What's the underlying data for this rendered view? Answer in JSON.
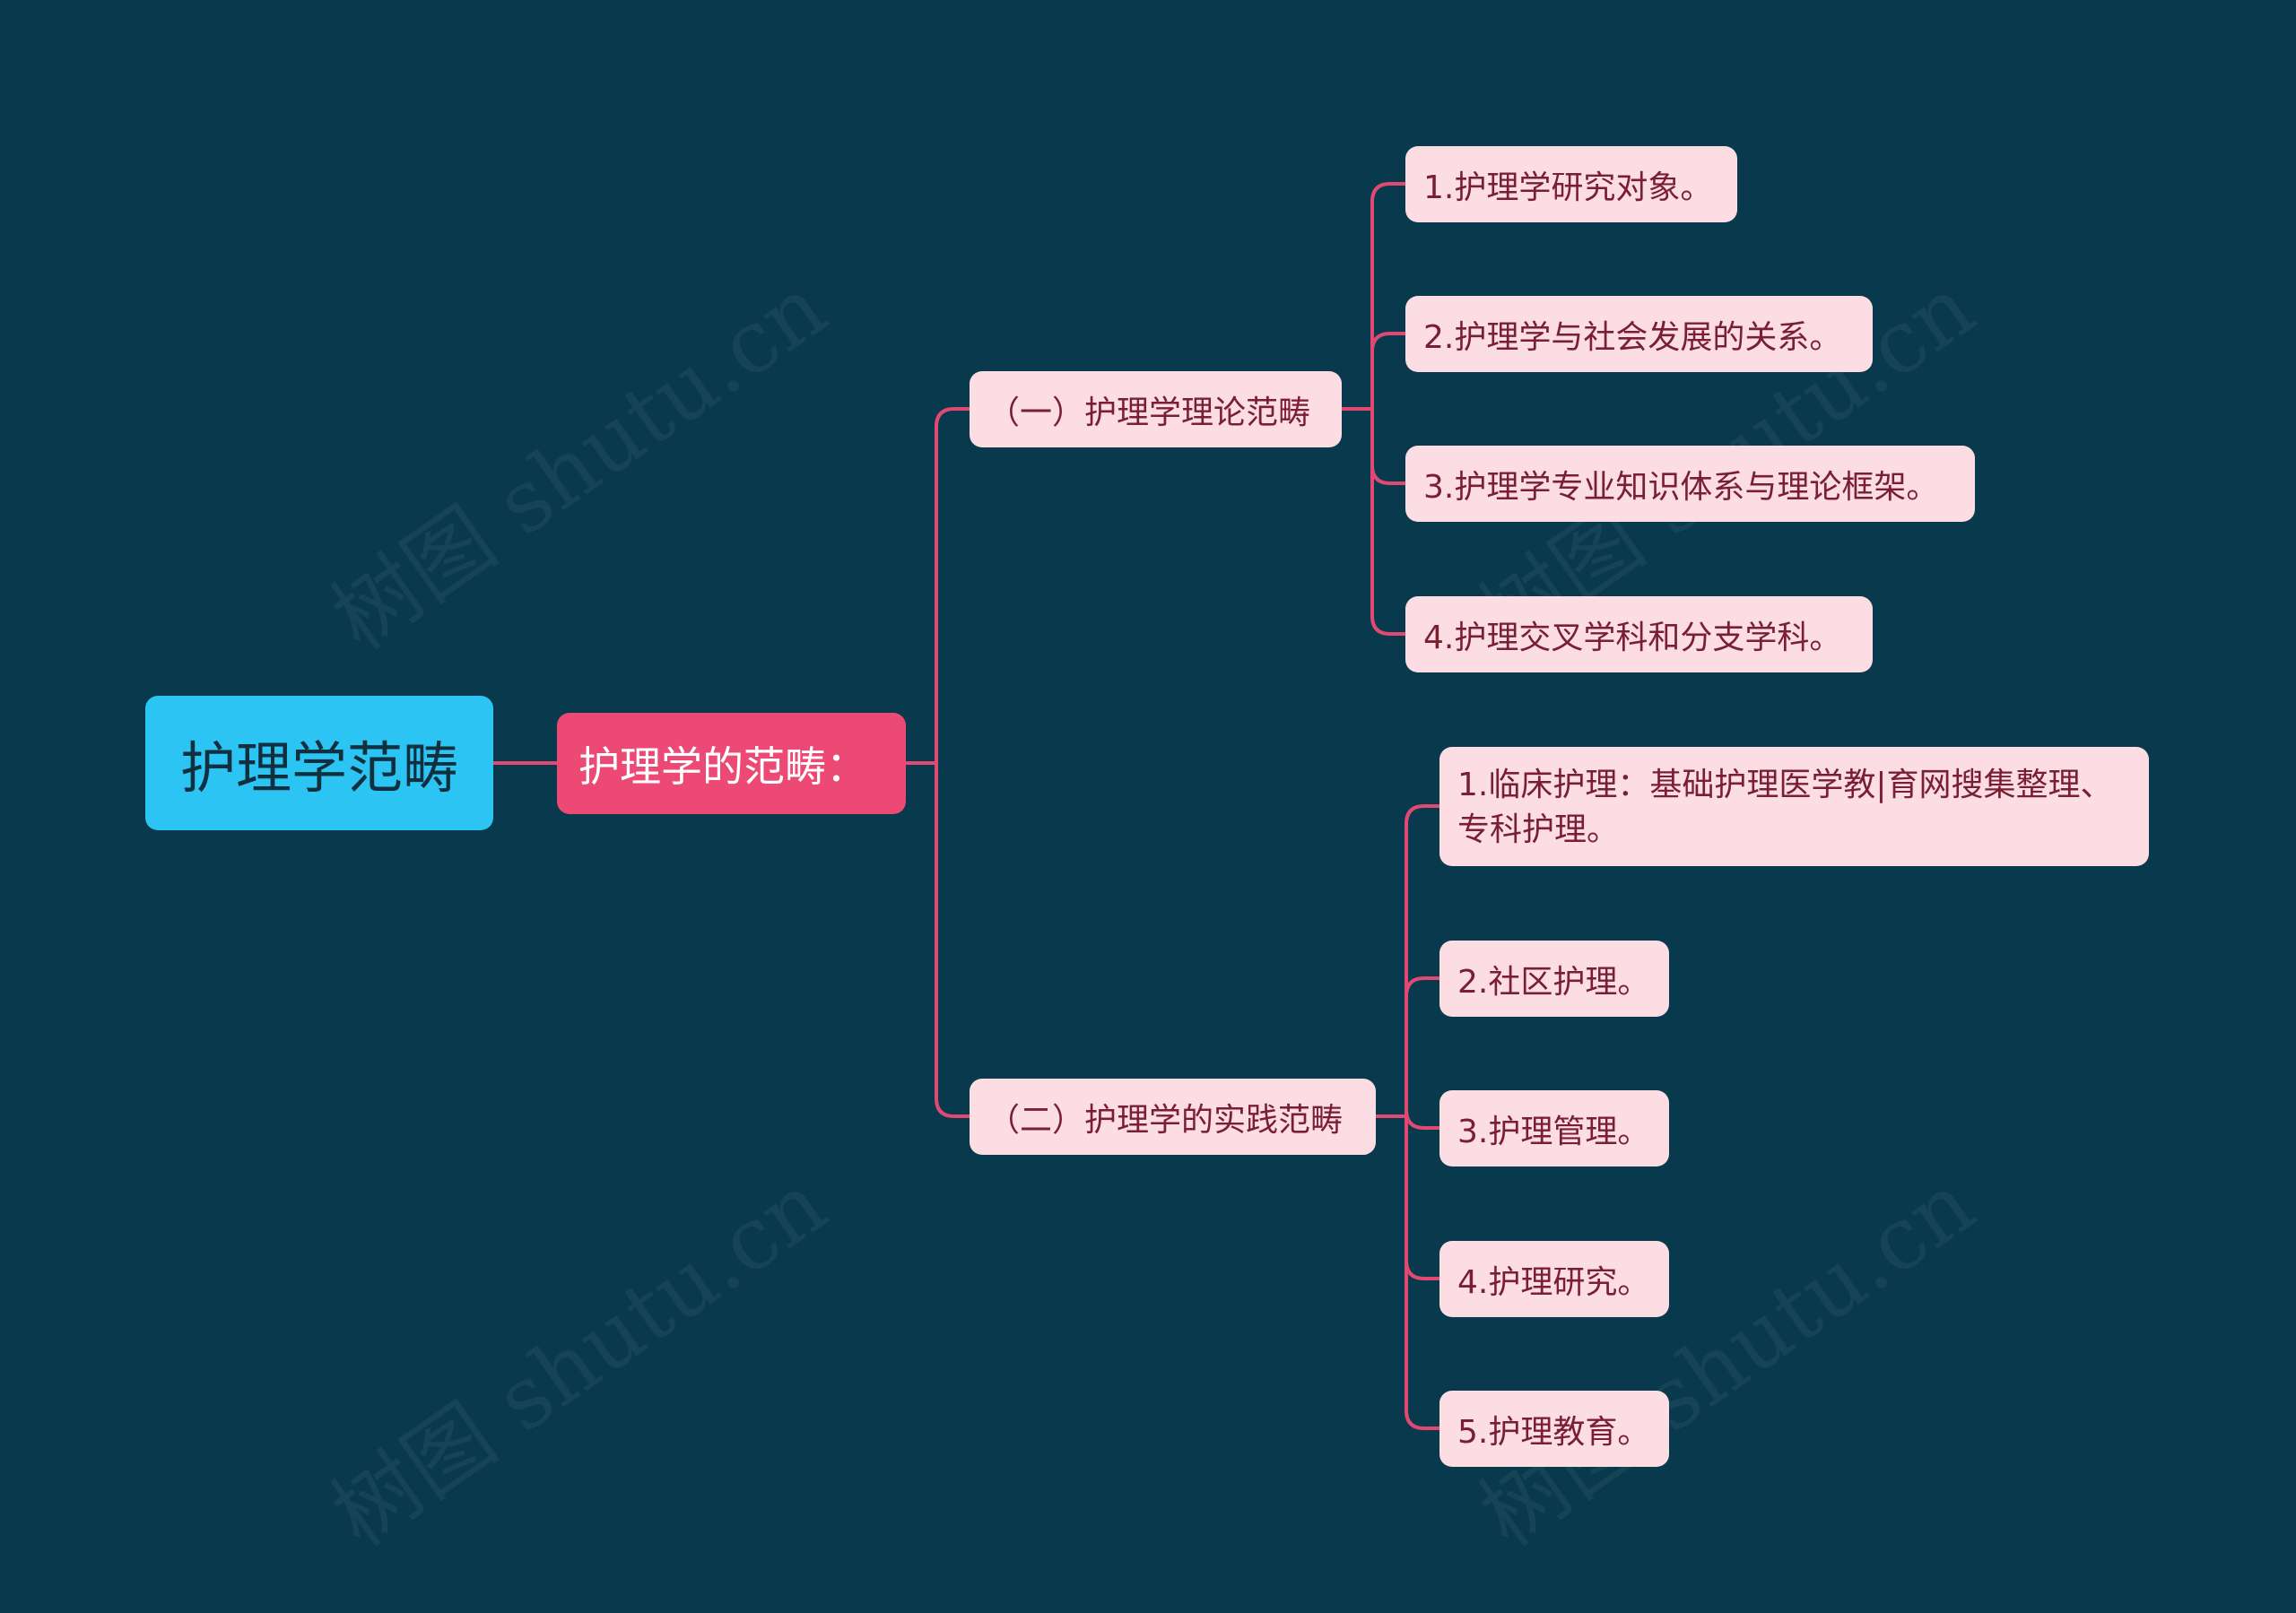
{
  "root": {
    "label": "护理学范畴"
  },
  "main": {
    "label": "护理学的范畴："
  },
  "branches": [
    {
      "label": "（一）护理学理论范畴",
      "children": [
        "1.护理学研究对象。",
        "2.护理学与社会发展的关系。",
        "3.护理学专业知识体系与理论框架。",
        "4.护理交叉学科和分支学科。"
      ]
    },
    {
      "label": "（二）护理学的实践范畴",
      "children": [
        "1.临床护理：基础护理医学教|育网搜集整理、专科护理。",
        "2.社区护理。",
        "3.护理管理。",
        "4.护理研究。",
        "5.护理教育。"
      ]
    }
  ],
  "watermark": "树图 shutu.cn",
  "colors": {
    "background": "#09394c",
    "root": "#2cc4f2",
    "main": "#ec4a74",
    "leaf": "#fbdde3",
    "connector": "#e04a72"
  }
}
